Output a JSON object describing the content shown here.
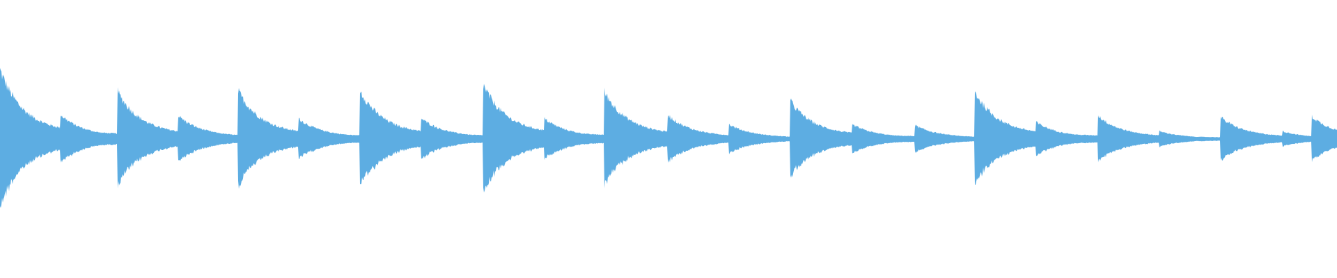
{
  "waveform": {
    "color": "#5DADE2",
    "background": "#FFFFFF",
    "peak_scale": 0.66,
    "onsets": [
      {
        "t": 0.0,
        "amp": 0.7
      },
      {
        "t": 0.045,
        "amp": 0.25
      },
      {
        "t": 0.088,
        "amp": 0.48
      },
      {
        "t": 0.133,
        "amp": 0.24
      },
      {
        "t": 0.178,
        "amp": 0.49
      },
      {
        "t": 0.223,
        "amp": 0.21
      },
      {
        "t": 0.269,
        "amp": 0.5
      },
      {
        "t": 0.315,
        "amp": 0.21
      },
      {
        "t": 0.361,
        "amp": 0.56
      },
      {
        "t": 0.407,
        "amp": 0.21
      },
      {
        "t": 0.452,
        "amp": 0.48
      },
      {
        "t": 0.499,
        "amp": 0.25
      },
      {
        "t": 0.545,
        "amp": 0.15
      },
      {
        "t": 0.591,
        "amp": 0.39
      },
      {
        "t": 0.637,
        "amp": 0.15
      },
      {
        "t": 0.684,
        "amp": 0.14
      },
      {
        "t": 0.729,
        "amp": 0.48
      },
      {
        "t": 0.775,
        "amp": 0.17
      },
      {
        "t": 0.821,
        "amp": 0.24
      },
      {
        "t": 0.867,
        "amp": 0.08
      },
      {
        "t": 0.913,
        "amp": 0.22
      },
      {
        "t": 0.959,
        "amp": 0.08
      },
      {
        "t": 0.981,
        "amp": 0.23
      }
    ]
  }
}
